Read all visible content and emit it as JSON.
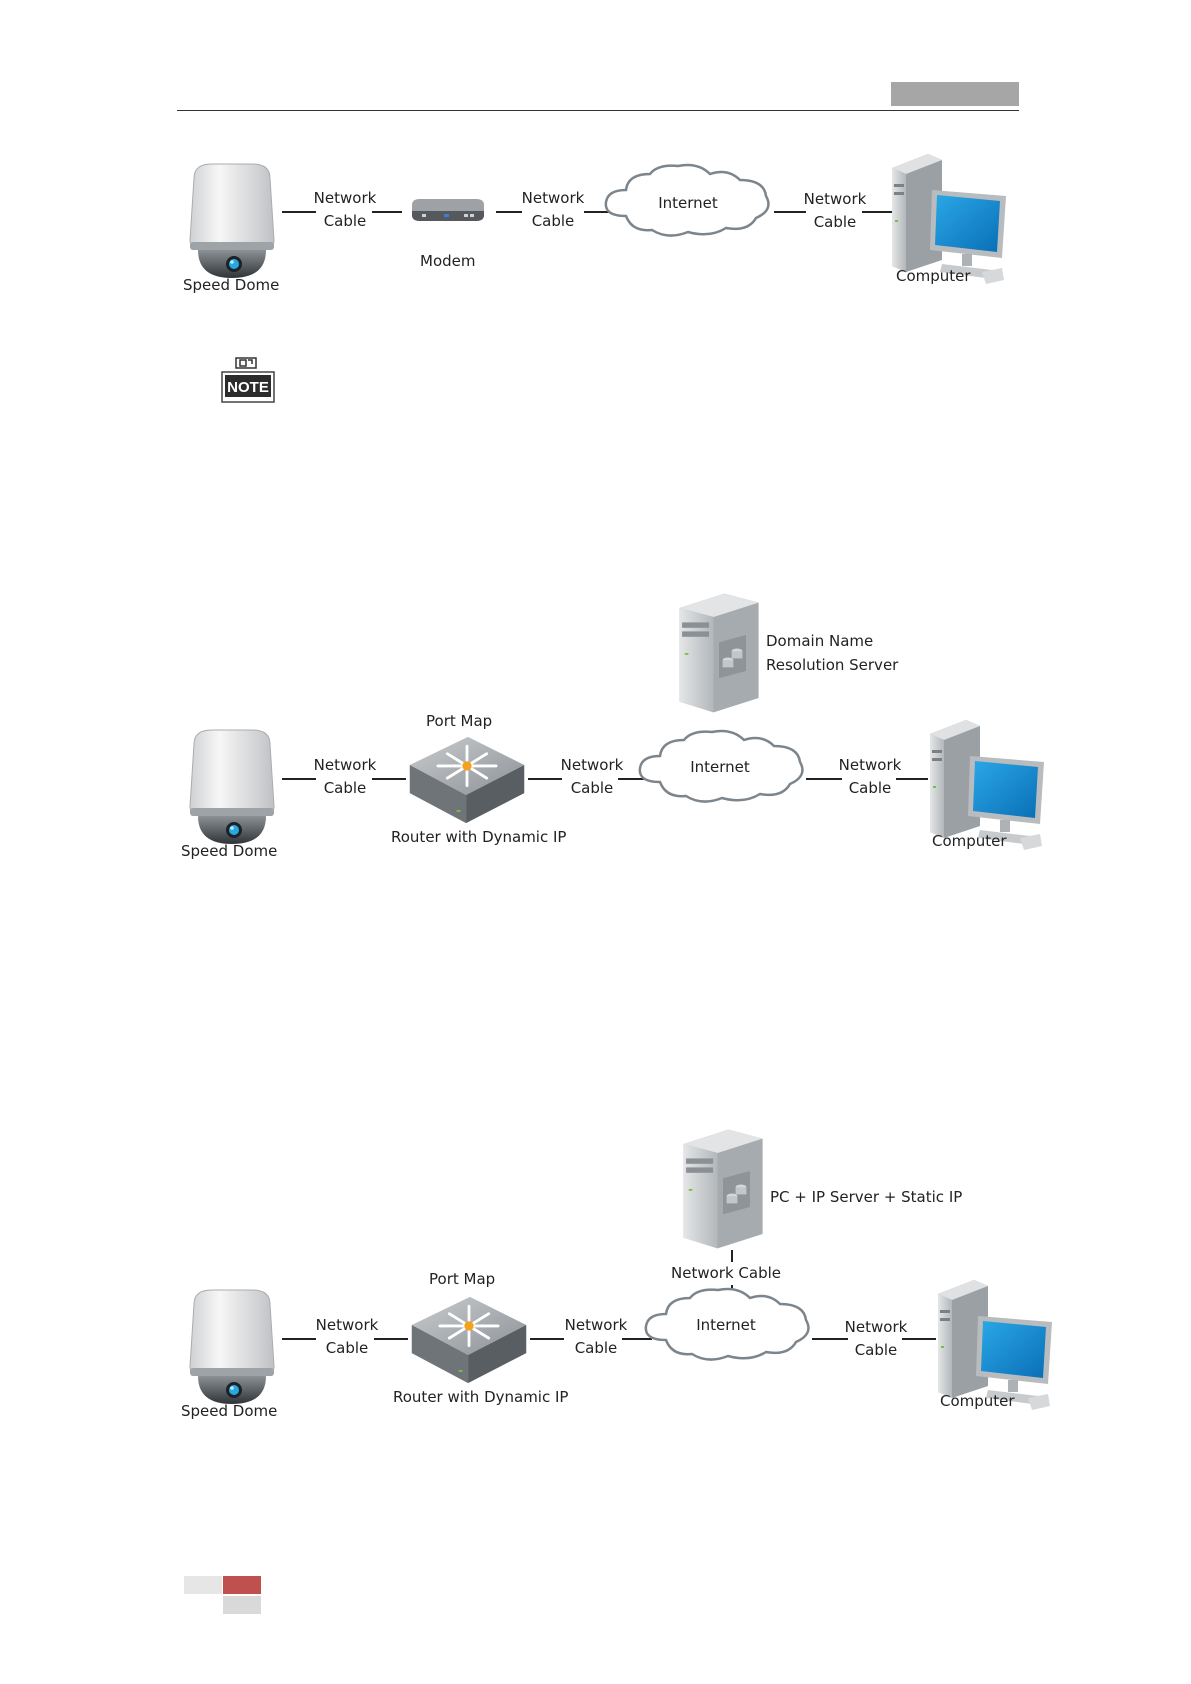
{
  "header": {
    "bar_color": "#a6a6a6"
  },
  "diagram1": {
    "camera_label": "Speed Dome",
    "cable1": [
      "Network",
      "Cable"
    ],
    "modem_label": "Modem",
    "cable2": [
      "Network",
      "Cable"
    ],
    "cloud_label": "Internet",
    "cable3": [
      "Network",
      "Cable"
    ],
    "computer_label": "Computer"
  },
  "note": {
    "icon_text": "NOTE"
  },
  "diagram2": {
    "camera_label": "Speed Dome",
    "cable1": [
      "Network",
      "Cable"
    ],
    "router_top_label": "Port Map",
    "router_label": "Router with Dynamic IP",
    "cable2": [
      "Network",
      "Cable"
    ],
    "cloud_label": "Internet",
    "server_label": [
      "Domain Name",
      "Resolution Server"
    ],
    "cable3": [
      "Network",
      "Cable"
    ],
    "computer_label": "Computer"
  },
  "diagram3": {
    "camera_label": "Speed Dome",
    "cable1": [
      "Network",
      "Cable"
    ],
    "router_top_label": "Port Map",
    "router_label": "Router with Dynamic IP",
    "cable2": [
      "Network",
      "Cable"
    ],
    "cloud_label": "Internet",
    "server_label": "PC + IP Server + Static IP",
    "server_cable_label": "Network Cable",
    "cable3": [
      "Network",
      "Cable"
    ],
    "computer_label": "Computer"
  },
  "footer": {
    "accent_color": "#c0504d",
    "light_color": "#d9d9d9"
  }
}
